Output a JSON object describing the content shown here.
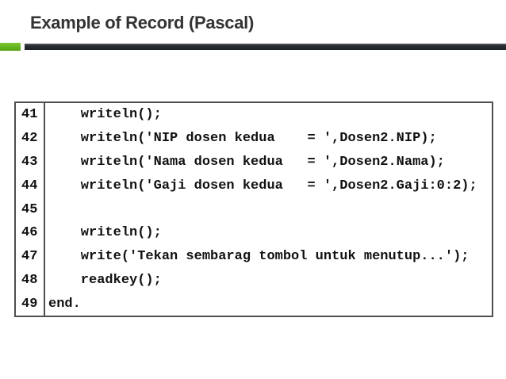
{
  "slide": {
    "title": "Example of Record (Pascal)"
  },
  "colors": {
    "accent_green": "#62ad1f",
    "divider_dark": "#23282d",
    "title_text": "#333333",
    "code_text": "#111111",
    "code_border": "#4f4f4f"
  },
  "code_block": {
    "lines": [
      {
        "number": "41",
        "code": "    writeln();"
      },
      {
        "number": "42",
        "code": "    writeln('NIP dosen kedua    = ',Dosen2.NIP);"
      },
      {
        "number": "43",
        "code": "    writeln('Nama dosen kedua   = ',Dosen2.Nama);"
      },
      {
        "number": "44",
        "code": "    writeln('Gaji dosen kedua   = ',Dosen2.Gaji:0:2);"
      },
      {
        "number": "45",
        "code": ""
      },
      {
        "number": "46",
        "code": "    writeln();"
      },
      {
        "number": "47",
        "code": "    write('Tekan sembarag tombol untuk menutup...');"
      },
      {
        "number": "48",
        "code": "    readkey();"
      },
      {
        "number": "49",
        "code": "end."
      }
    ]
  }
}
